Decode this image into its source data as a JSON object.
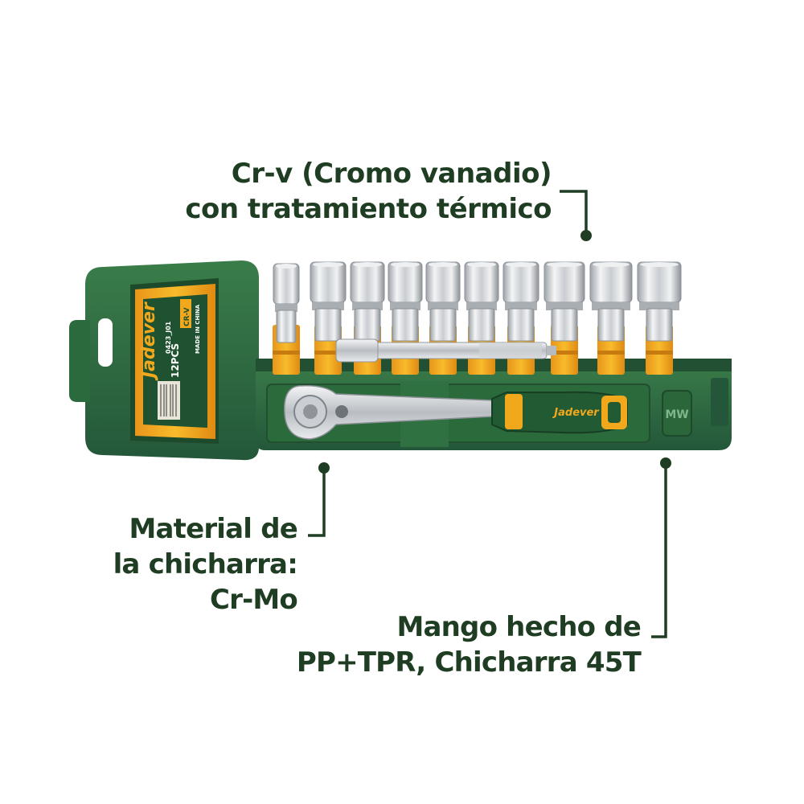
{
  "callouts": {
    "chrome_vanadium": {
      "line1": "Cr-v (Cromo vanadio)",
      "line2": "con tratamiento térmico"
    },
    "ratchet_material": {
      "line1": "Material de",
      "line2": "la chicharra:",
      "line3": "Cr-Mo"
    },
    "handle": {
      "line1": "Mango hecho de",
      "line2": "PP+TPR, Chicharra 45T"
    }
  },
  "package": {
    "brand": "Jadever",
    "piece_count": "12PCS",
    "material_badge": "CR-V",
    "model_code": "0423_J01",
    "origin": "MADE IN CHINA",
    "handle_brand": "Jadever",
    "maker_mark": "MW"
  },
  "colors": {
    "text": "#1f3d22",
    "tray_green": "#2e6b3c",
    "tray_dark": "#1f5230",
    "accent_yellow": "#f2a81d",
    "chrome": "#d9dcdf"
  }
}
